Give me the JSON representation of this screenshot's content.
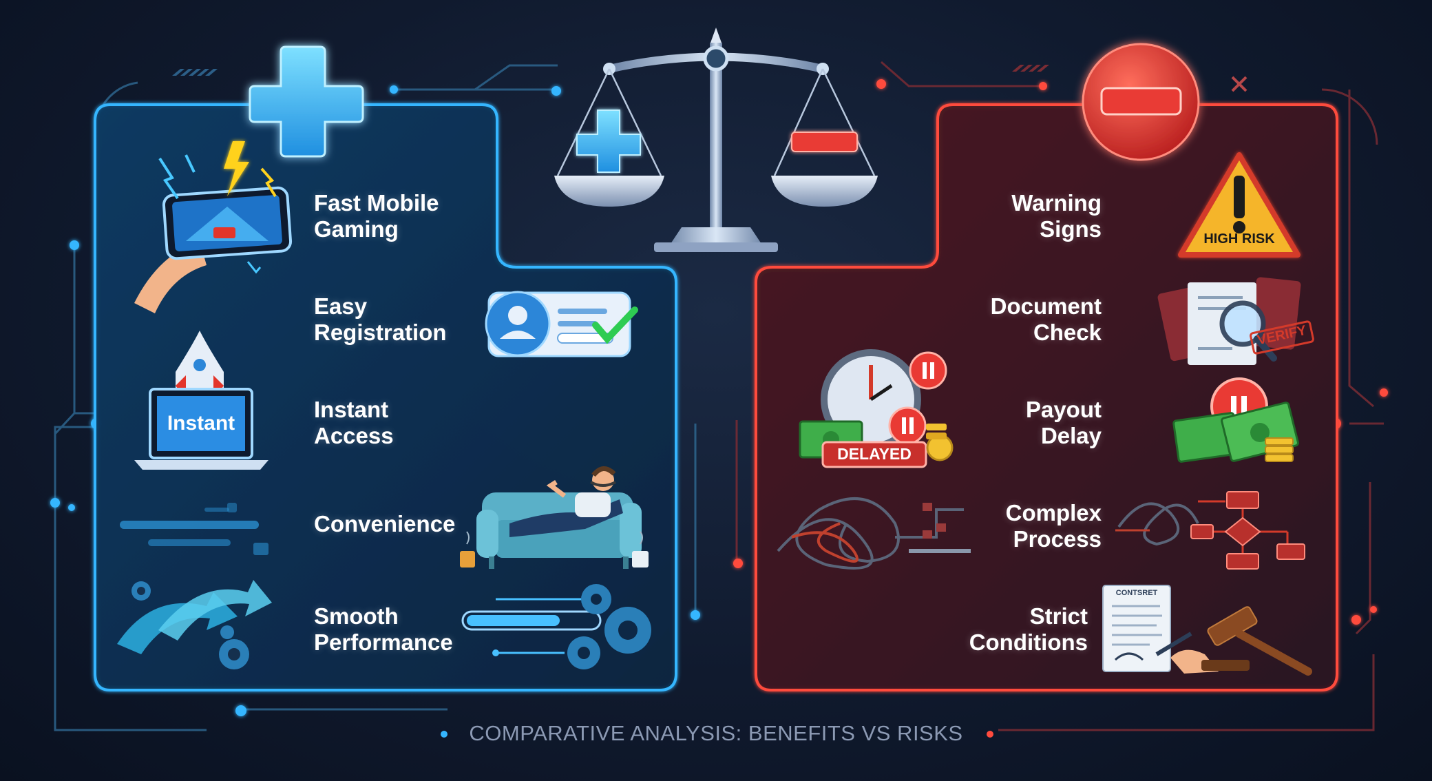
{
  "benefits": {
    "items": [
      {
        "line1": "Fast Mobile",
        "line2": "Gaming"
      },
      {
        "line1": "Easy",
        "line2": "Registration"
      },
      {
        "line1": "Instant",
        "line2": "Access"
      },
      {
        "line1": "Convenience",
        "line2": ""
      },
      {
        "line1": "Smooth",
        "line2": "Performance"
      }
    ],
    "laptop_label": "Instant",
    "accent_color": "#35b6ff"
  },
  "risks": {
    "items": [
      {
        "line1": "Warning",
        "line2": "Signs"
      },
      {
        "line1": "Document",
        "line2": "Check"
      },
      {
        "line1": "Payout",
        "line2": "Delay"
      },
      {
        "line1": "Complex",
        "line2": "Process"
      },
      {
        "line1": "Strict",
        "line2": "Conditions"
      }
    ],
    "warning_label": "HIGH RISK",
    "verify_stamp": "VERIFY",
    "delayed_label": "DELAYED",
    "contract_label": "CONTSRET",
    "accent_color": "#e8433b"
  },
  "footer_text": "COMPARATIVE ANALYSIS: BENEFITS VS RISKS"
}
